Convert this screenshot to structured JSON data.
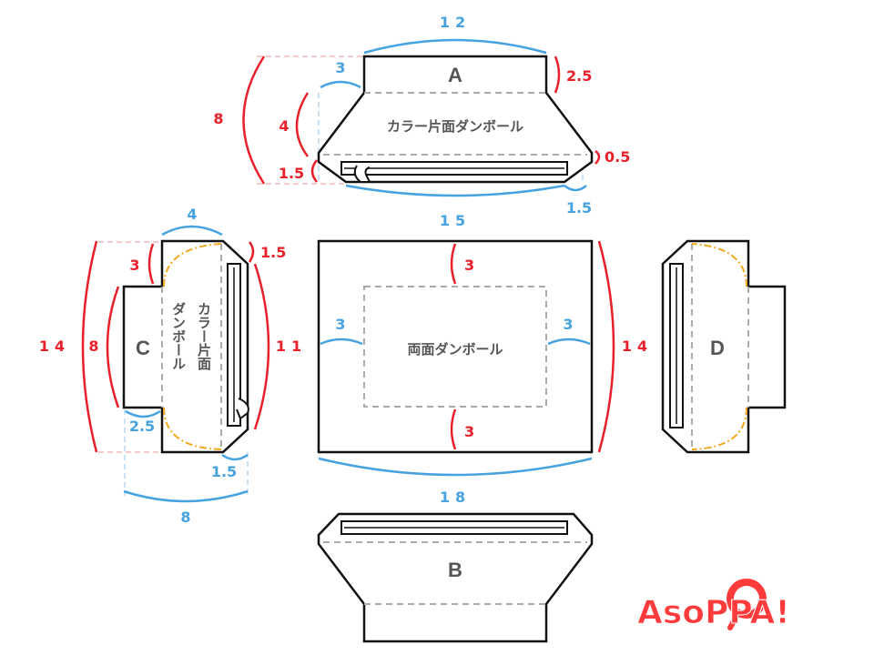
{
  "parts": {
    "a": {
      "letter": "A",
      "label": "カラー片面ダンボール"
    },
    "b": {
      "letter": "B"
    },
    "c": {
      "letter": "C",
      "label_col1": "カラー片面",
      "label_col2": "ダンボール"
    },
    "d": {
      "letter": "D"
    },
    "base": {
      "label": "両面ダンボール"
    }
  },
  "dims": {
    "a_width": "12",
    "a_side": "3",
    "a_top": "2.5",
    "a_total": "8",
    "a_body": "4",
    "a_tab": "1.5",
    "a_edge": "0.5",
    "a_corner": "1.5",
    "base_width": "15",
    "base_top": "3",
    "base_bottom": "3",
    "base_left": "3",
    "base_right": "3",
    "base_height_right": "14",
    "base_full_width": "18",
    "c_width": "4",
    "c_notch": "3",
    "c_corner": "1.5",
    "c_total": "14",
    "c_mid": "8",
    "c_inner": "11",
    "c_tab": "2.5",
    "c_bottom_corner": "1.5",
    "c_full_width": "8"
  },
  "logo": {
    "text": "AsoPPA!"
  },
  "colors": {
    "blue": "#46a3e0",
    "red": "#e8202a",
    "logo": "#ff3b3b"
  }
}
